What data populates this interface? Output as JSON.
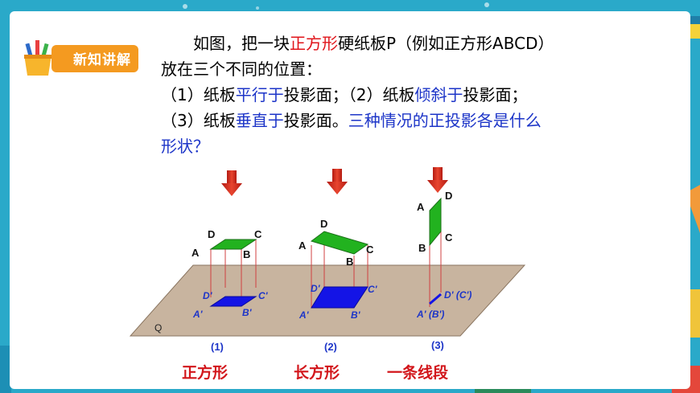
{
  "header": {
    "badge_label": "新知讲解"
  },
  "text": {
    "line1": {
      "a": "如图，把一块",
      "b": "正方形",
      "c": "硬纸板P（例如正方形ABCD）"
    },
    "line2": {
      "a": "放在三个不同的位置："
    },
    "line3": {
      "a": "（1）纸板",
      "b": "平行于",
      "c": "投影面；（2）纸板",
      "d": "倾斜于",
      "e": "投影面；"
    },
    "line4": {
      "a": "（3）纸板",
      "b": "垂直于",
      "c": "投影面。",
      "d": "三种情况的正投影各是什么"
    },
    "line5": {
      "a": "形状？"
    }
  },
  "figure": {
    "plane_label": "Q",
    "case1": {
      "number": "(1)",
      "A": "A",
      "B": "B",
      "C": "C",
      "D": "D",
      "A_proj": "A'",
      "B_proj": "B'",
      "C_proj": "C'",
      "D_proj": "D'"
    },
    "case2": {
      "number": "(2)",
      "A": "A",
      "B": "B",
      "C": "C",
      "D": "D",
      "A_proj": "A'",
      "B_proj": "B'",
      "C_proj": "C'",
      "D_proj": "D'"
    },
    "case3": {
      "number": "(3)",
      "A": "A",
      "B": "B",
      "C": "C",
      "D": "D",
      "proj_top": "D' (C')",
      "proj_bottom": "A' (B')"
    }
  },
  "captions": {
    "case1": "正方形",
    "case2": "长方形",
    "case3": "一条线段"
  },
  "colors": {
    "red_text": "#e0141a",
    "blue_text": "#1d35c8",
    "card_green": "#22b21f",
    "projection_blue": "#1414e6",
    "plane": "#c8b49f",
    "arrow": "#d42b1c"
  }
}
